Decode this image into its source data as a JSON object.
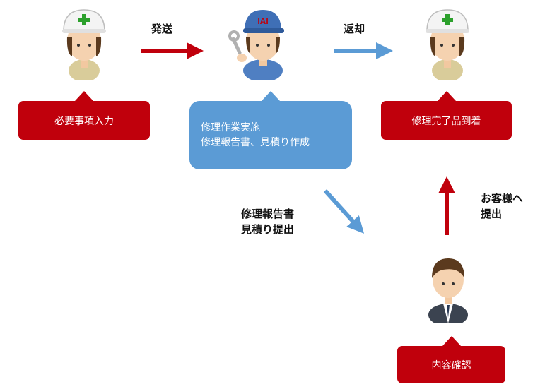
{
  "labels": {
    "ship": "発送",
    "return": "返却",
    "submit_report": [
      "修理報告書",
      "見積り提出"
    ],
    "submit_customer": [
      "お客様へ",
      "提出"
    ]
  },
  "callouts": {
    "input": "必要事項入力",
    "repair": [
      "修理作業実施",
      "修理報告書、見積り作成"
    ],
    "arrival": "修理完了品到着",
    "confirm": "内容確認"
  },
  "helmet_logo": "IAI",
  "colors": {
    "red": "#c0000c",
    "blue": "#5b9bd5",
    "arrow_red": "#c0000c",
    "arrow_blue": "#5b9bd5"
  },
  "icons": [
    "worker-left-icon",
    "mechanic-icon",
    "worker-right-icon",
    "businessman-icon"
  ]
}
